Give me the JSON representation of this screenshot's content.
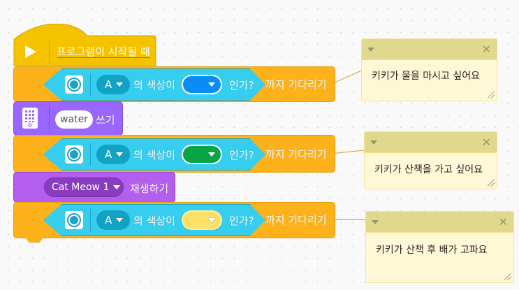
{
  "hat_block": {
    "label": "프로그램이 시작될 때",
    "icon": "play-icon",
    "color": "#f5c200"
  },
  "wait_blocks": [
    {
      "port": "A",
      "condition_text": "의 색상이",
      "suffix": "인가?",
      "action": "까지 기다리기",
      "color_value": "blue",
      "color_hex": "#0a8cf5"
    },
    {
      "port": "A",
      "condition_text": "의 색상이",
      "suffix": "인가?",
      "action": "까지 기다리기",
      "color_value": "green",
      "color_hex": "#08a547"
    },
    {
      "port": "A",
      "condition_text": "의 색상이",
      "suffix": "인가?",
      "action": "까지 기다리기",
      "color_value": "yellow",
      "color_hex": "#ffe066"
    }
  ],
  "write_block": {
    "text": "water",
    "action": "쓰기",
    "icon": "hub-display-icon"
  },
  "sound_block": {
    "sound": "Cat Meow 1",
    "action": "재생하기"
  },
  "comments": [
    {
      "text": "키키가 물을 마시고 싶어요"
    },
    {
      "text": "키키가 산책을 가고 싶어요"
    },
    {
      "text": "키키가 산책 후 배가 고파요"
    }
  ],
  "colors": {
    "orange": "#fdb21b",
    "cyan": "#36cdee",
    "purple": "#9966ff",
    "purple_sound": "#b45ef0",
    "note_bg": "#fff8d6",
    "note_head": "#e0d88c"
  }
}
